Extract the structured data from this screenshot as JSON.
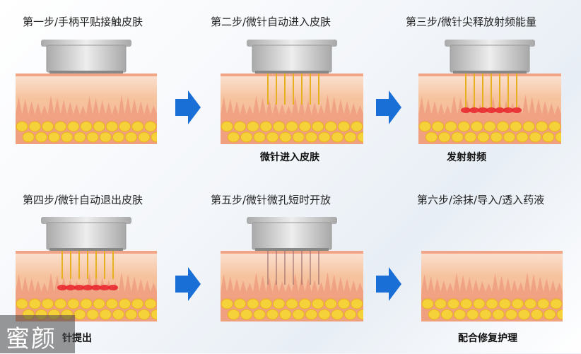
{
  "steps": [
    {
      "title": "第一步/手柄平贴接触皮肤",
      "caption": ""
    },
    {
      "title": "第二步/微针自动进入皮肤",
      "caption": "微针进入皮肤"
    },
    {
      "title": "第三步/微针尖释放射频能量",
      "caption": "发射射频"
    },
    {
      "title": "第四步/微针自动退出皮肤",
      "caption": "针提出"
    },
    {
      "title": "第五步/微针微孔短时开放",
      "caption": ""
    },
    {
      "title": "第六步/涂抹/导入/透入药液",
      "caption": "配合修复护理"
    }
  ],
  "watermark": "蜜颜",
  "colors": {
    "arrow": "#1a6fd6",
    "epidermis": "#f2a487",
    "dermis": "#f6c39f",
    "fat": "#f6d23a",
    "rf": "#e8222a",
    "needle": "#e6b020",
    "handpiece": "#cfcfcf"
  }
}
